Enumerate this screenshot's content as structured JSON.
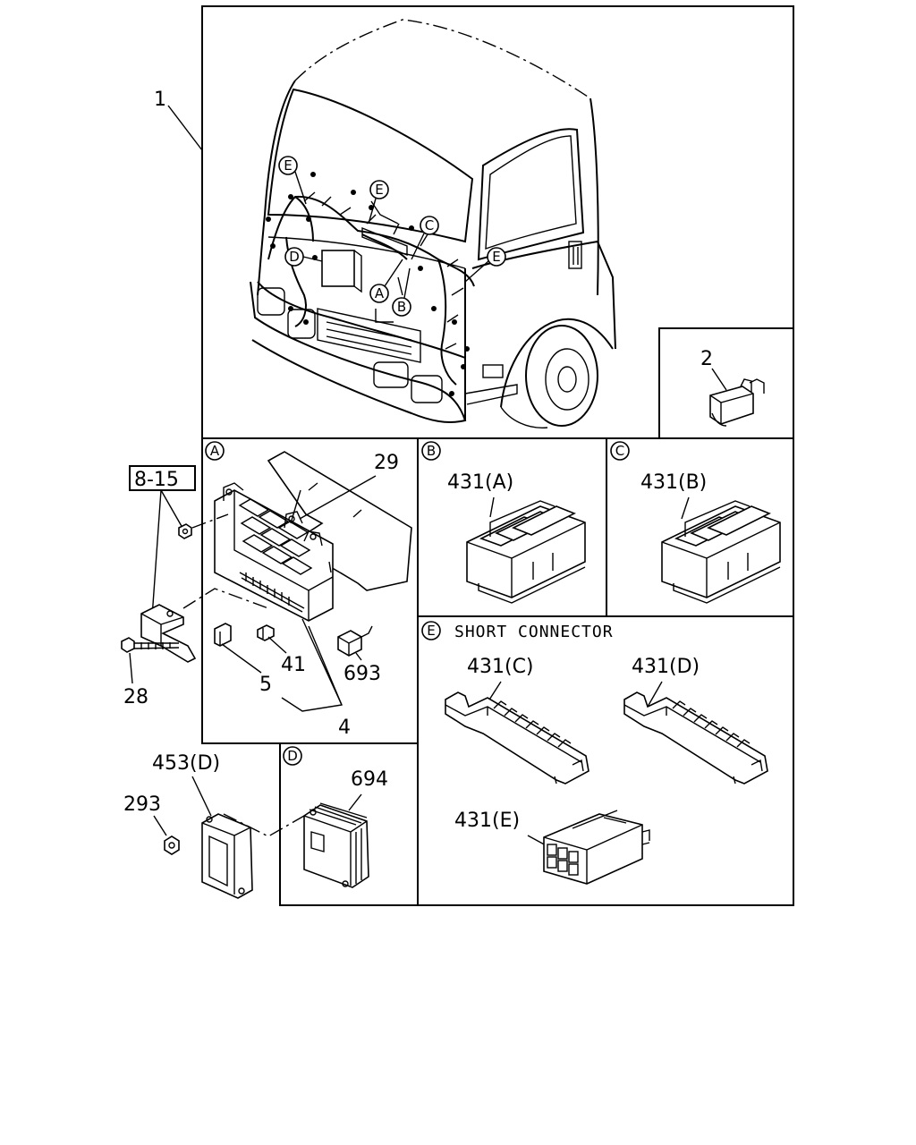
{
  "callouts": {
    "main_assembly": "1",
    "relay_2": "2",
    "bolt_kit": "8-15",
    "fuse_box_cover": "29",
    "fuse_41": "41",
    "fuse_5": "5",
    "fuse_4": "4",
    "relay_693": "693",
    "bolt_28": "28",
    "ecu_453": "453(D)",
    "nut_293": "293",
    "module_694": "694",
    "connector_431a": "431(A)",
    "connector_431b": "431(B)",
    "connector_431c": "431(C)",
    "connector_431d": "431(D)",
    "connector_431e": "431(E)"
  },
  "zones": {
    "a": "A",
    "b": "B",
    "c": "C",
    "d": "D",
    "e": "E"
  },
  "sections": {
    "e_title": "SHORT CONNECTOR"
  }
}
